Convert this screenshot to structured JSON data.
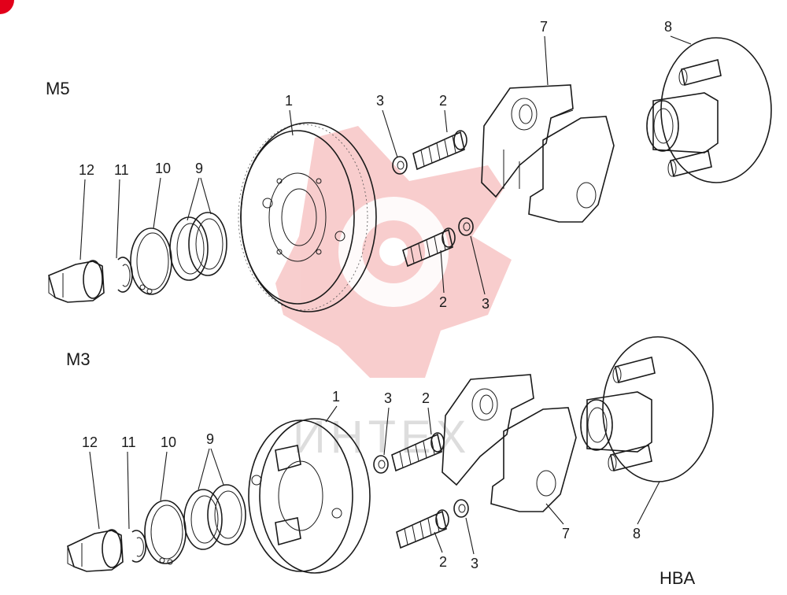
{
  "sections": {
    "m5": "M5",
    "m3": "M3"
  },
  "code": "HBA",
  "watermark_text": "ИНТЕХ",
  "callouts_m5": {
    "p1": "1",
    "p2a": "2",
    "p2b": "2",
    "p3a": "3",
    "p3b": "3",
    "p7": "7",
    "p8": "8",
    "p9": "9",
    "p10": "10",
    "p11": "11",
    "p12": "12"
  },
  "callouts_m3": {
    "p1": "1",
    "p2a": "2",
    "p2b": "2",
    "p3a": "3",
    "p3b": "3",
    "p7": "7",
    "p8": "8",
    "p9": "9",
    "p10": "10",
    "p11": "11",
    "p12": "12"
  },
  "colors": {
    "line": "#1a1a1a",
    "watermark": "#f3a6a6",
    "corner_badge": "#e2001a"
  }
}
